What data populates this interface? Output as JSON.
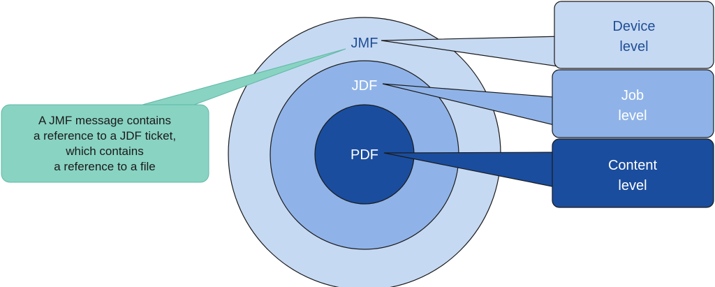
{
  "rings": {
    "outer": {
      "label": "JMF",
      "fill": "#c6d9f2",
      "text_color": "#1f4e96"
    },
    "middle": {
      "label": "JDF",
      "fill": "#8fb3e8",
      "text_color": "#ffffff"
    },
    "inner": {
      "label": "PDF",
      "fill": "#1a4d9e",
      "text_color": "#ffffff"
    }
  },
  "levels": [
    {
      "line1": "Device",
      "line2": "level",
      "fill": "#c6d9f2",
      "text_color": "#1f4e96"
    },
    {
      "line1": "Job",
      "line2": "level",
      "fill": "#8fb3e8",
      "text_color": "#ffffff"
    },
    {
      "line1": "Content",
      "line2": "level",
      "fill": "#1a4d9e",
      "text_color": "#ffffff"
    }
  ],
  "callout": {
    "lines": [
      "A JMF message contains",
      "a reference to a JDF ticket,",
      "which contains",
      "a reference to a file"
    ],
    "fill": "#89d3c3"
  },
  "colors": {
    "outline": "#1a1a1a"
  }
}
